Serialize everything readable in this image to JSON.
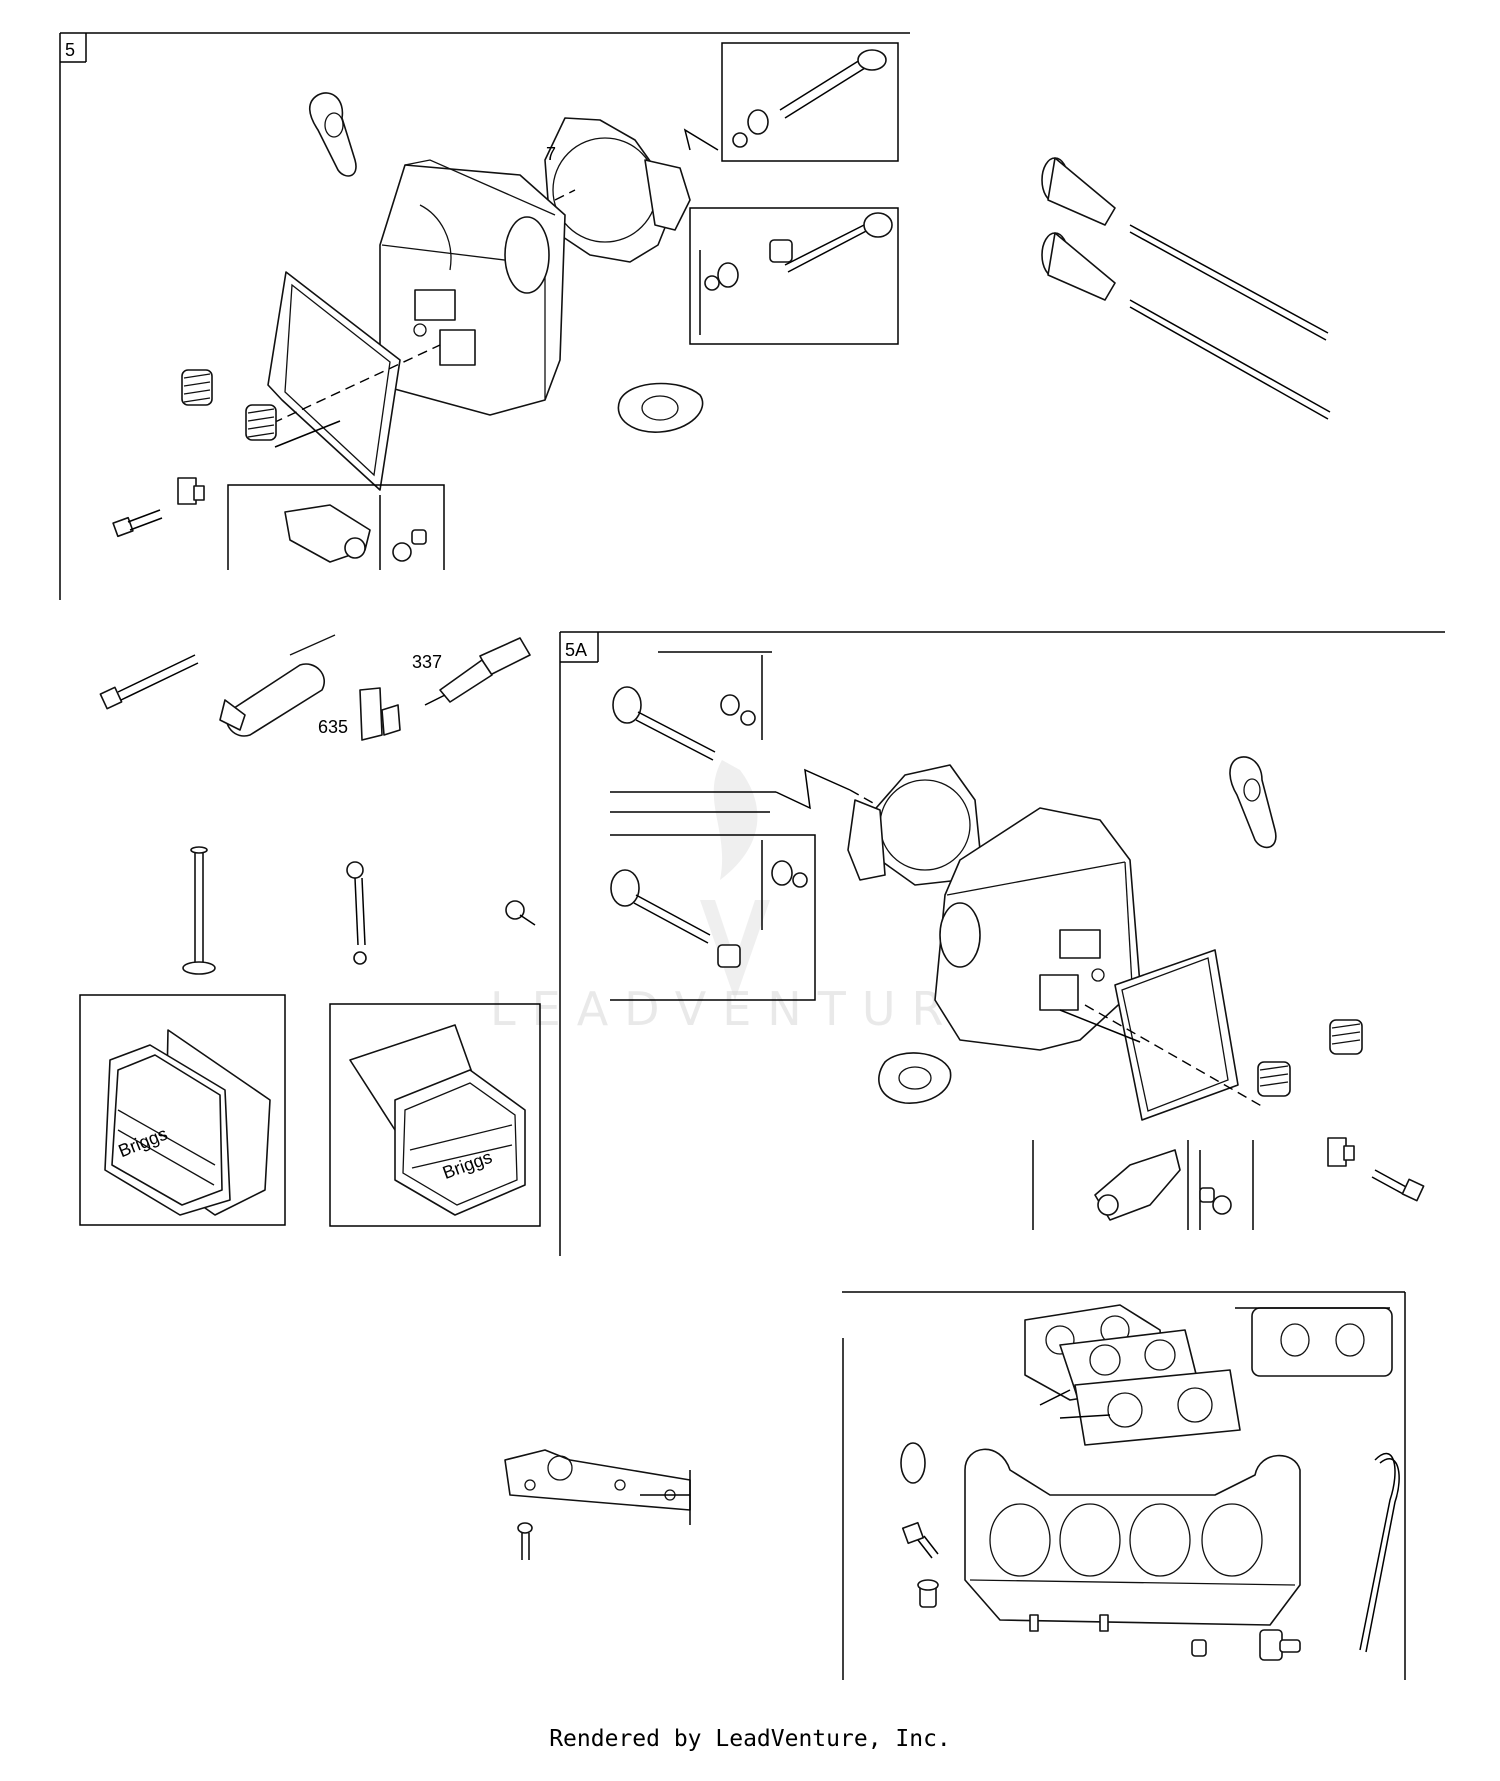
{
  "callouts": {
    "group_5": "5",
    "group_5a": "5A",
    "gasket_7": "7",
    "spark_plug_337": "337",
    "plug_wire_635": "635"
  },
  "cover_logo_text": "Briggs",
  "watermark_text": "LEADVENTURE",
  "footer": "Rendered by LeadVenture, Inc."
}
